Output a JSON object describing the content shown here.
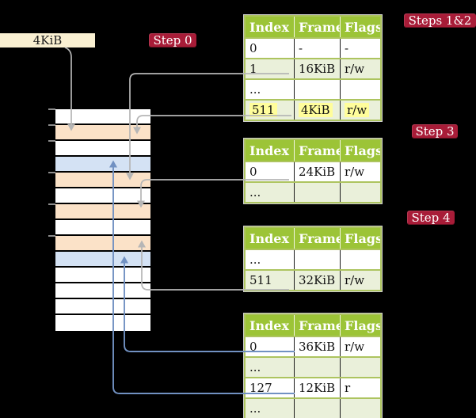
{
  "frame_label": {
    "text": "4KiB"
  },
  "badges": [
    {
      "id": "step0",
      "label": "Step 0"
    },
    {
      "id": "steps12",
      "label": "Steps 1&2"
    },
    {
      "id": "step3",
      "label": "Step 3"
    },
    {
      "id": "step4",
      "label": "Step 4"
    }
  ],
  "tables": [
    {
      "headers": [
        "Index",
        "Frame",
        "Flags"
      ],
      "rows": [
        {
          "cells": [
            "0",
            "-",
            "-"
          ],
          "shaded": false,
          "highlight": false
        },
        {
          "cells": [
            "1",
            "16KiB",
            "r/w"
          ],
          "shaded": true,
          "highlight": false
        },
        {
          "cells": [
            "...",
            "",
            ""
          ],
          "shaded": false,
          "highlight": false
        },
        {
          "cells": [
            "511",
            "4KiB",
            "r/w"
          ],
          "shaded": true,
          "highlight": true
        }
      ]
    },
    {
      "headers": [
        "Index",
        "Frame",
        "Flags"
      ],
      "rows": [
        {
          "cells": [
            "0",
            "24KiB",
            "r/w"
          ],
          "shaded": false,
          "highlight": false
        },
        {
          "cells": [
            "...",
            "",
            ""
          ],
          "shaded": true,
          "highlight": false
        }
      ]
    },
    {
      "headers": [
        "Index",
        "Frame",
        "Flags"
      ],
      "rows": [
        {
          "cells": [
            "...",
            "",
            ""
          ],
          "shaded": false,
          "highlight": false
        },
        {
          "cells": [
            "511",
            "32KiB",
            "r/w"
          ],
          "shaded": true,
          "highlight": false
        }
      ]
    },
    {
      "headers": [
        "Index",
        "Frame",
        "Flags"
      ],
      "rows": [
        {
          "cells": [
            "0",
            "36KiB",
            "r/w"
          ],
          "shaded": false,
          "highlight": false
        },
        {
          "cells": [
            "...",
            "",
            ""
          ],
          "shaded": true,
          "highlight": false
        },
        {
          "cells": [
            "127",
            "12KiB",
            "r"
          ],
          "shaded": false,
          "highlight": false
        },
        {
          "cells": [
            "...",
            "",
            ""
          ],
          "shaded": true,
          "highlight": false
        }
      ]
    }
  ],
  "memory_column": {
    "rows": [
      "plain",
      "orange",
      "plain",
      "blue",
      "orange",
      "plain",
      "orange",
      "plain",
      "orange",
      "blue",
      "plain",
      "plain",
      "plain",
      "plain"
    ]
  },
  "colors": {
    "background": "#000000",
    "table_header_green": "#9cc437",
    "table_border_green": "#adc45f",
    "table_row_shade": "#eaf0da",
    "highlight_yellow": "#fffd9b",
    "badge_crimson": "#a81c38",
    "frame_label_cream": "#faf0d2",
    "memory_orange": "#fbe2c8",
    "memory_blue": "#d4e2f4",
    "arrow_gray": "#b6b6b6",
    "arrow_blue": "#7191c2"
  }
}
